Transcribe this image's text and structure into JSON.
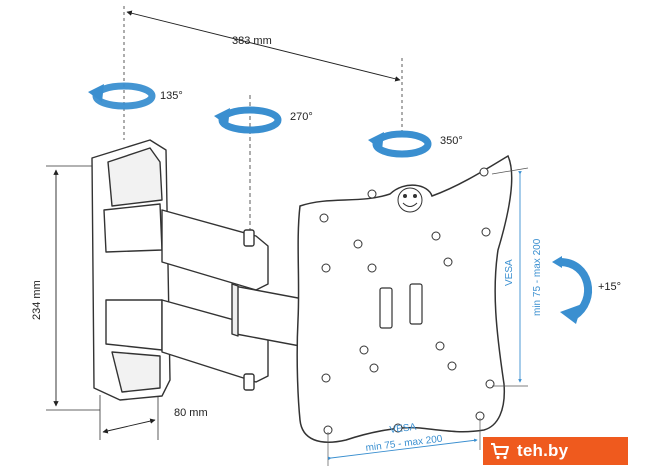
{
  "dimensions": {
    "width": "383 mm",
    "height": "234 mm",
    "depth": "80 mm"
  },
  "rotations": {
    "wall_swivel": "135°",
    "arm_swivel": "270°",
    "plate_rotation": "350°",
    "tilt": "+15°"
  },
  "vesa_vertical": {
    "title": "VESA",
    "range": "min 75 - max 200"
  },
  "vesa_horizontal": {
    "title": "VESA",
    "range": "min 75 - max 200"
  },
  "watermark": {
    "text": "teh.by"
  },
  "colors": {
    "arrow_blue": "#3a8fd0",
    "badge_orange": "#ef5a1e",
    "outline": "#333333"
  }
}
